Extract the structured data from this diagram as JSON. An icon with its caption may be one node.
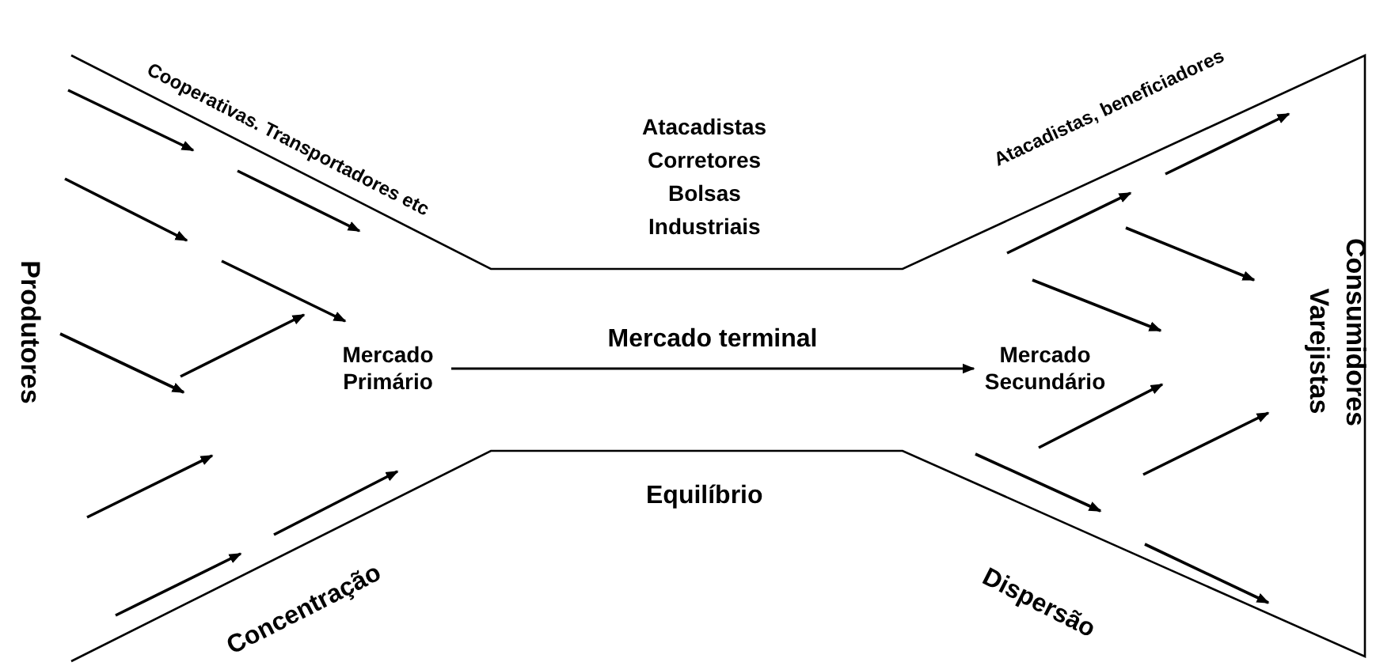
{
  "diagram": {
    "nodes": [
      {
        "text": [
          "Mercado Primário"
        ]
      },
      {
        "text": [
          "Mercado Secundário"
        ]
      }
    ],
    "edges": [
      {
        "from": 0,
        "to": 1,
        "arrow": "to",
        "label": "Mercado terminal"
      }
    ],
    "labels": [
      "Cooperativas. Transportadores etc",
      "Atacadistas",
      "Corretores",
      "Bolsas",
      "Industriais",
      "Atacadistas, beneficiadores",
      "Produtores",
      "Varejistas",
      "Consumidores",
      "Equilíbrio",
      "Concentração",
      "Dispersão"
    ]
  }
}
